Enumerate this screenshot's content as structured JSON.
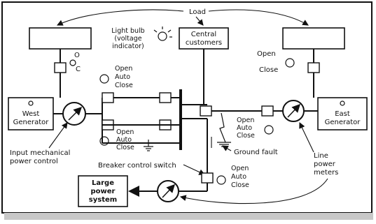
{
  "labels": {
    "load": "Load",
    "light_bulb": [
      "Light bulb",
      "(voltage",
      "indicator)"
    ],
    "central_customers": [
      "Central",
      "customers"
    ],
    "west_generator": [
      "West",
      "Generator"
    ],
    "east_generator": [
      "East",
      "Generator"
    ],
    "input_control": [
      "Input mechanical",
      "power control"
    ],
    "breaker_switch": "Breaker control switch",
    "ground_fault": "Ground fault",
    "line_power_meters": [
      "Line",
      "power",
      "meters"
    ],
    "large_power_system": [
      "Large",
      "power",
      "system"
    ],
    "switch_oc": {
      "o": "O",
      "c": "C"
    },
    "switch_oac": {
      "open": "Open",
      "auto": "Auto",
      "close": "Close"
    },
    "switch_east": {
      "open": "Open",
      "close": "Close"
    },
    "gen_indicator": "O"
  }
}
